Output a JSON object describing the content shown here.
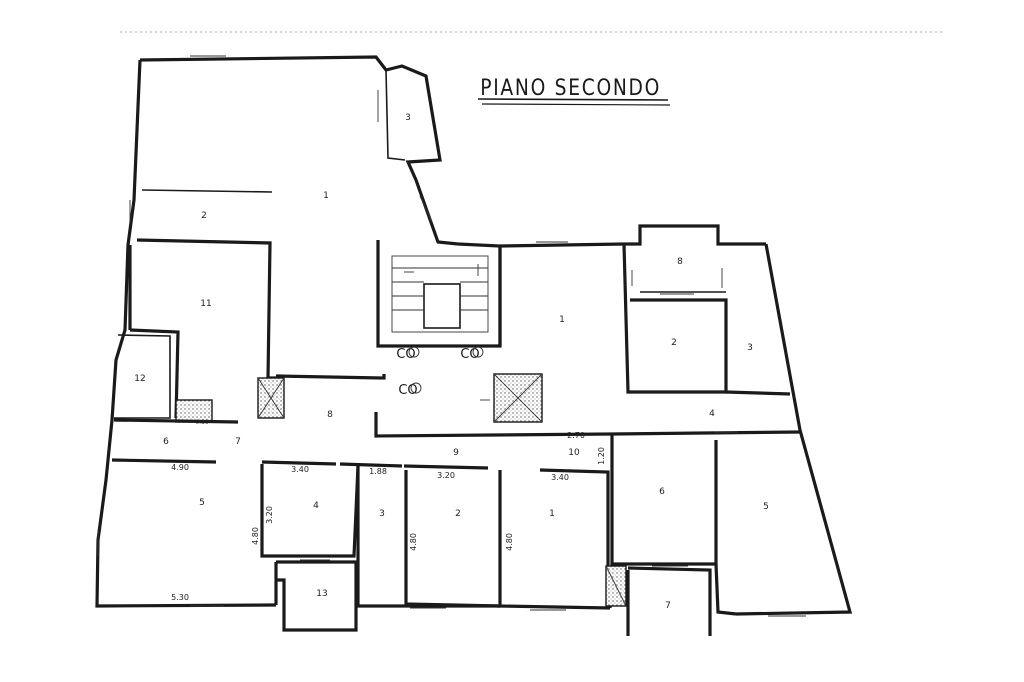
{
  "title": "PIANO SECONDO",
  "rooms": {
    "west_1": "1",
    "west_2": "2",
    "west_3": "3",
    "west_11": "11",
    "west_12": "12",
    "south_6": "6",
    "south_7": "7",
    "south_8": "8",
    "south_5": "5",
    "south_4": "4",
    "south_3": "3",
    "south_2": "2",
    "south_1": "1",
    "south_9": "9",
    "south_10": "10",
    "south_13": "13",
    "east_1": "1",
    "east_8": "8",
    "east_2": "2",
    "east_3": "3",
    "east_4": "4",
    "east_6": "6",
    "east_5": "5",
    "east_7": "7"
  },
  "dimensions": {
    "d_490": "4.90",
    "d_340a": "3.40",
    "d_188": "1.88",
    "d_320a": "3.20",
    "d_340b": "3.40",
    "d_320b": "3.20",
    "d_480a": "4.80",
    "d_480b": "4.80",
    "d_480c": "4.80",
    "d_530": "5.30",
    "d_270": "2.70",
    "d_120": "1.20",
    "d_wc": "0.80"
  },
  "fixtures": {
    "co": "CO"
  }
}
